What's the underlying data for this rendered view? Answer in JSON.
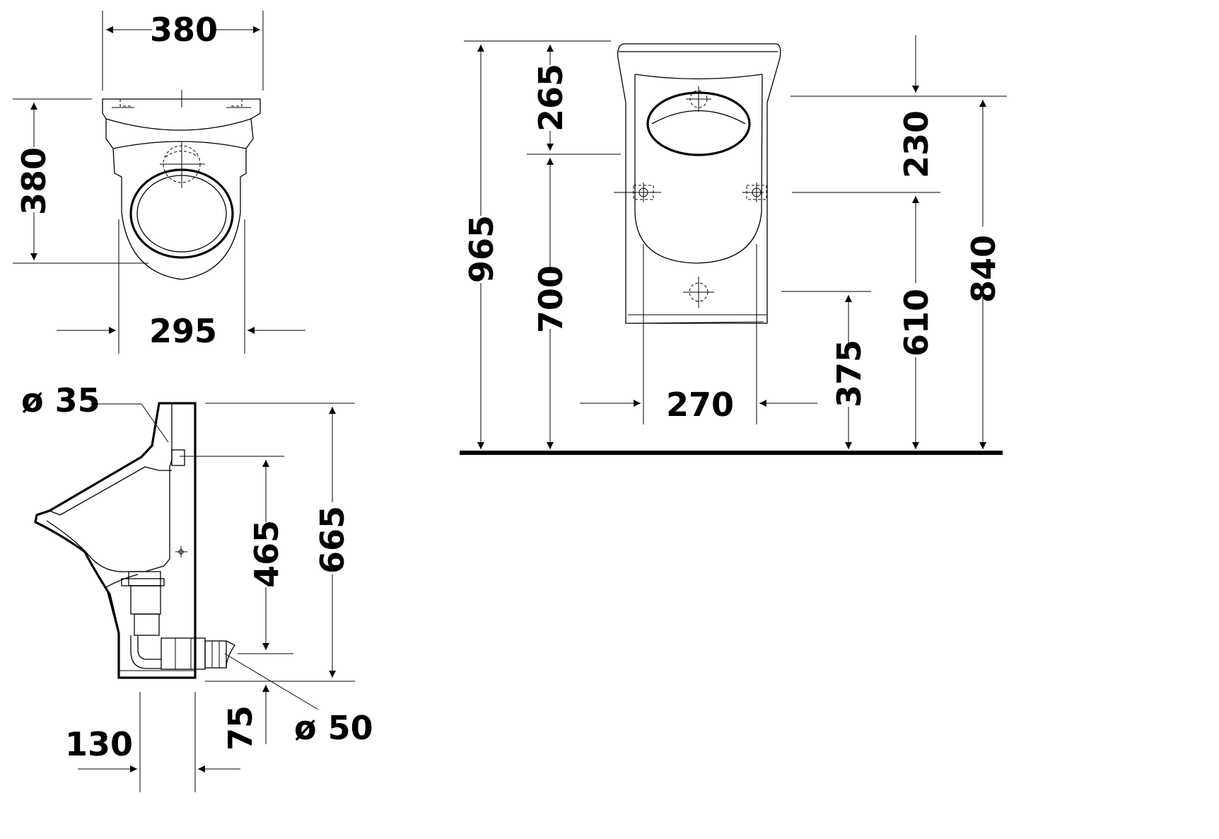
{
  "dimensions": {
    "top_width": "380",
    "top_depth": "380",
    "bowl_width": "295",
    "pipe_diameter_top": "ø 35",
    "side_height": "665",
    "inlet_height": "465",
    "outlet_height": "75",
    "depth_bottom": "130",
    "pipe_diameter_bottom": "ø 50",
    "total_height": "965",
    "top_to_fix": "265",
    "fix_height": "700",
    "inlet_offset": "230",
    "bracket_height": "840",
    "mid_height": "610",
    "outlet_floor_height": "375",
    "fix_spacing": "270"
  },
  "colors": {
    "line": "#000000",
    "background": "#ffffff"
  }
}
